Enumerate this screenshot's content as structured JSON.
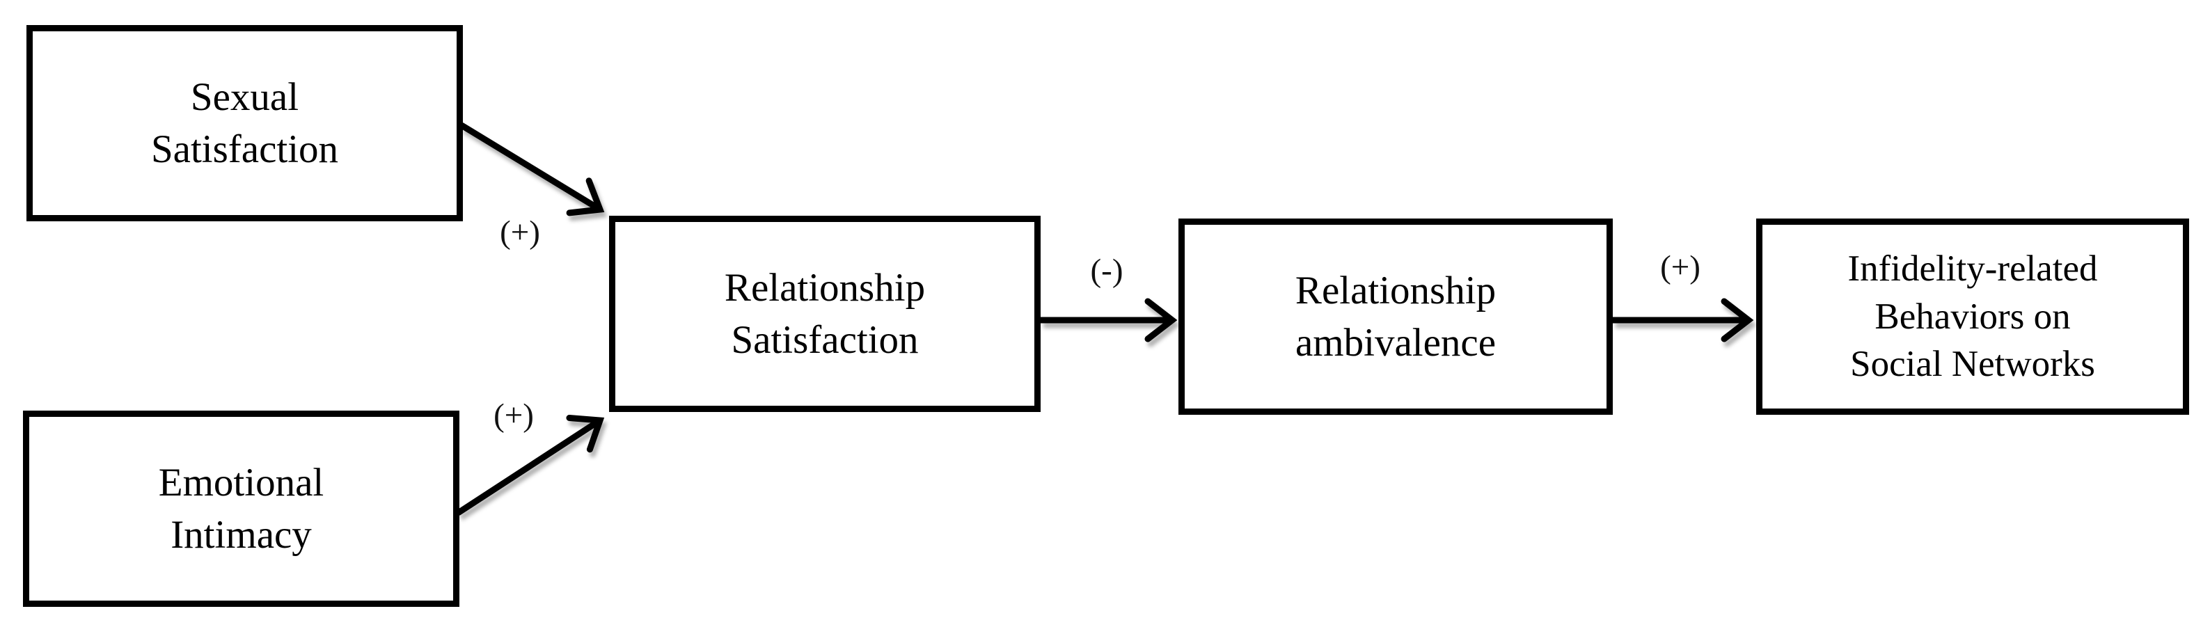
{
  "diagram": {
    "background_color": "#ffffff",
    "line_color": "#000000",
    "text_color": "#000000",
    "nodes": [
      {
        "id": "sexual-satisfaction",
        "label": "Sexual Satisfaction",
        "lines": [
          "Sexual",
          "Satisfaction"
        ]
      },
      {
        "id": "emotional-intimacy",
        "label": "Emotional Intimacy",
        "lines": [
          "Emotional",
          "Intimacy"
        ]
      },
      {
        "id": "relationship-satisfaction",
        "label": "Relationship Satisfaction",
        "lines": [
          "Relationship",
          "Satisfaction"
        ]
      },
      {
        "id": "relationship-ambivalence",
        "label": "Relationship ambivalence",
        "lines": [
          "Relationship",
          "ambivalence"
        ]
      },
      {
        "id": "infidelity-behaviors",
        "label": "Infidelity-related Behaviors on Social Networks",
        "lines": [
          "Infidelity-related",
          "Behaviors on",
          "Social Networks"
        ]
      }
    ],
    "edges": [
      {
        "from": "sexual-satisfaction",
        "to": "relationship-satisfaction",
        "sign": "(+)"
      },
      {
        "from": "emotional-intimacy",
        "to": "relationship-satisfaction",
        "sign": "(+)"
      },
      {
        "from": "relationship-satisfaction",
        "to": "relationship-ambivalence",
        "sign": "(-)"
      },
      {
        "from": "relationship-ambivalence",
        "to": "infidelity-behaviors",
        "sign": "(+)"
      }
    ]
  }
}
